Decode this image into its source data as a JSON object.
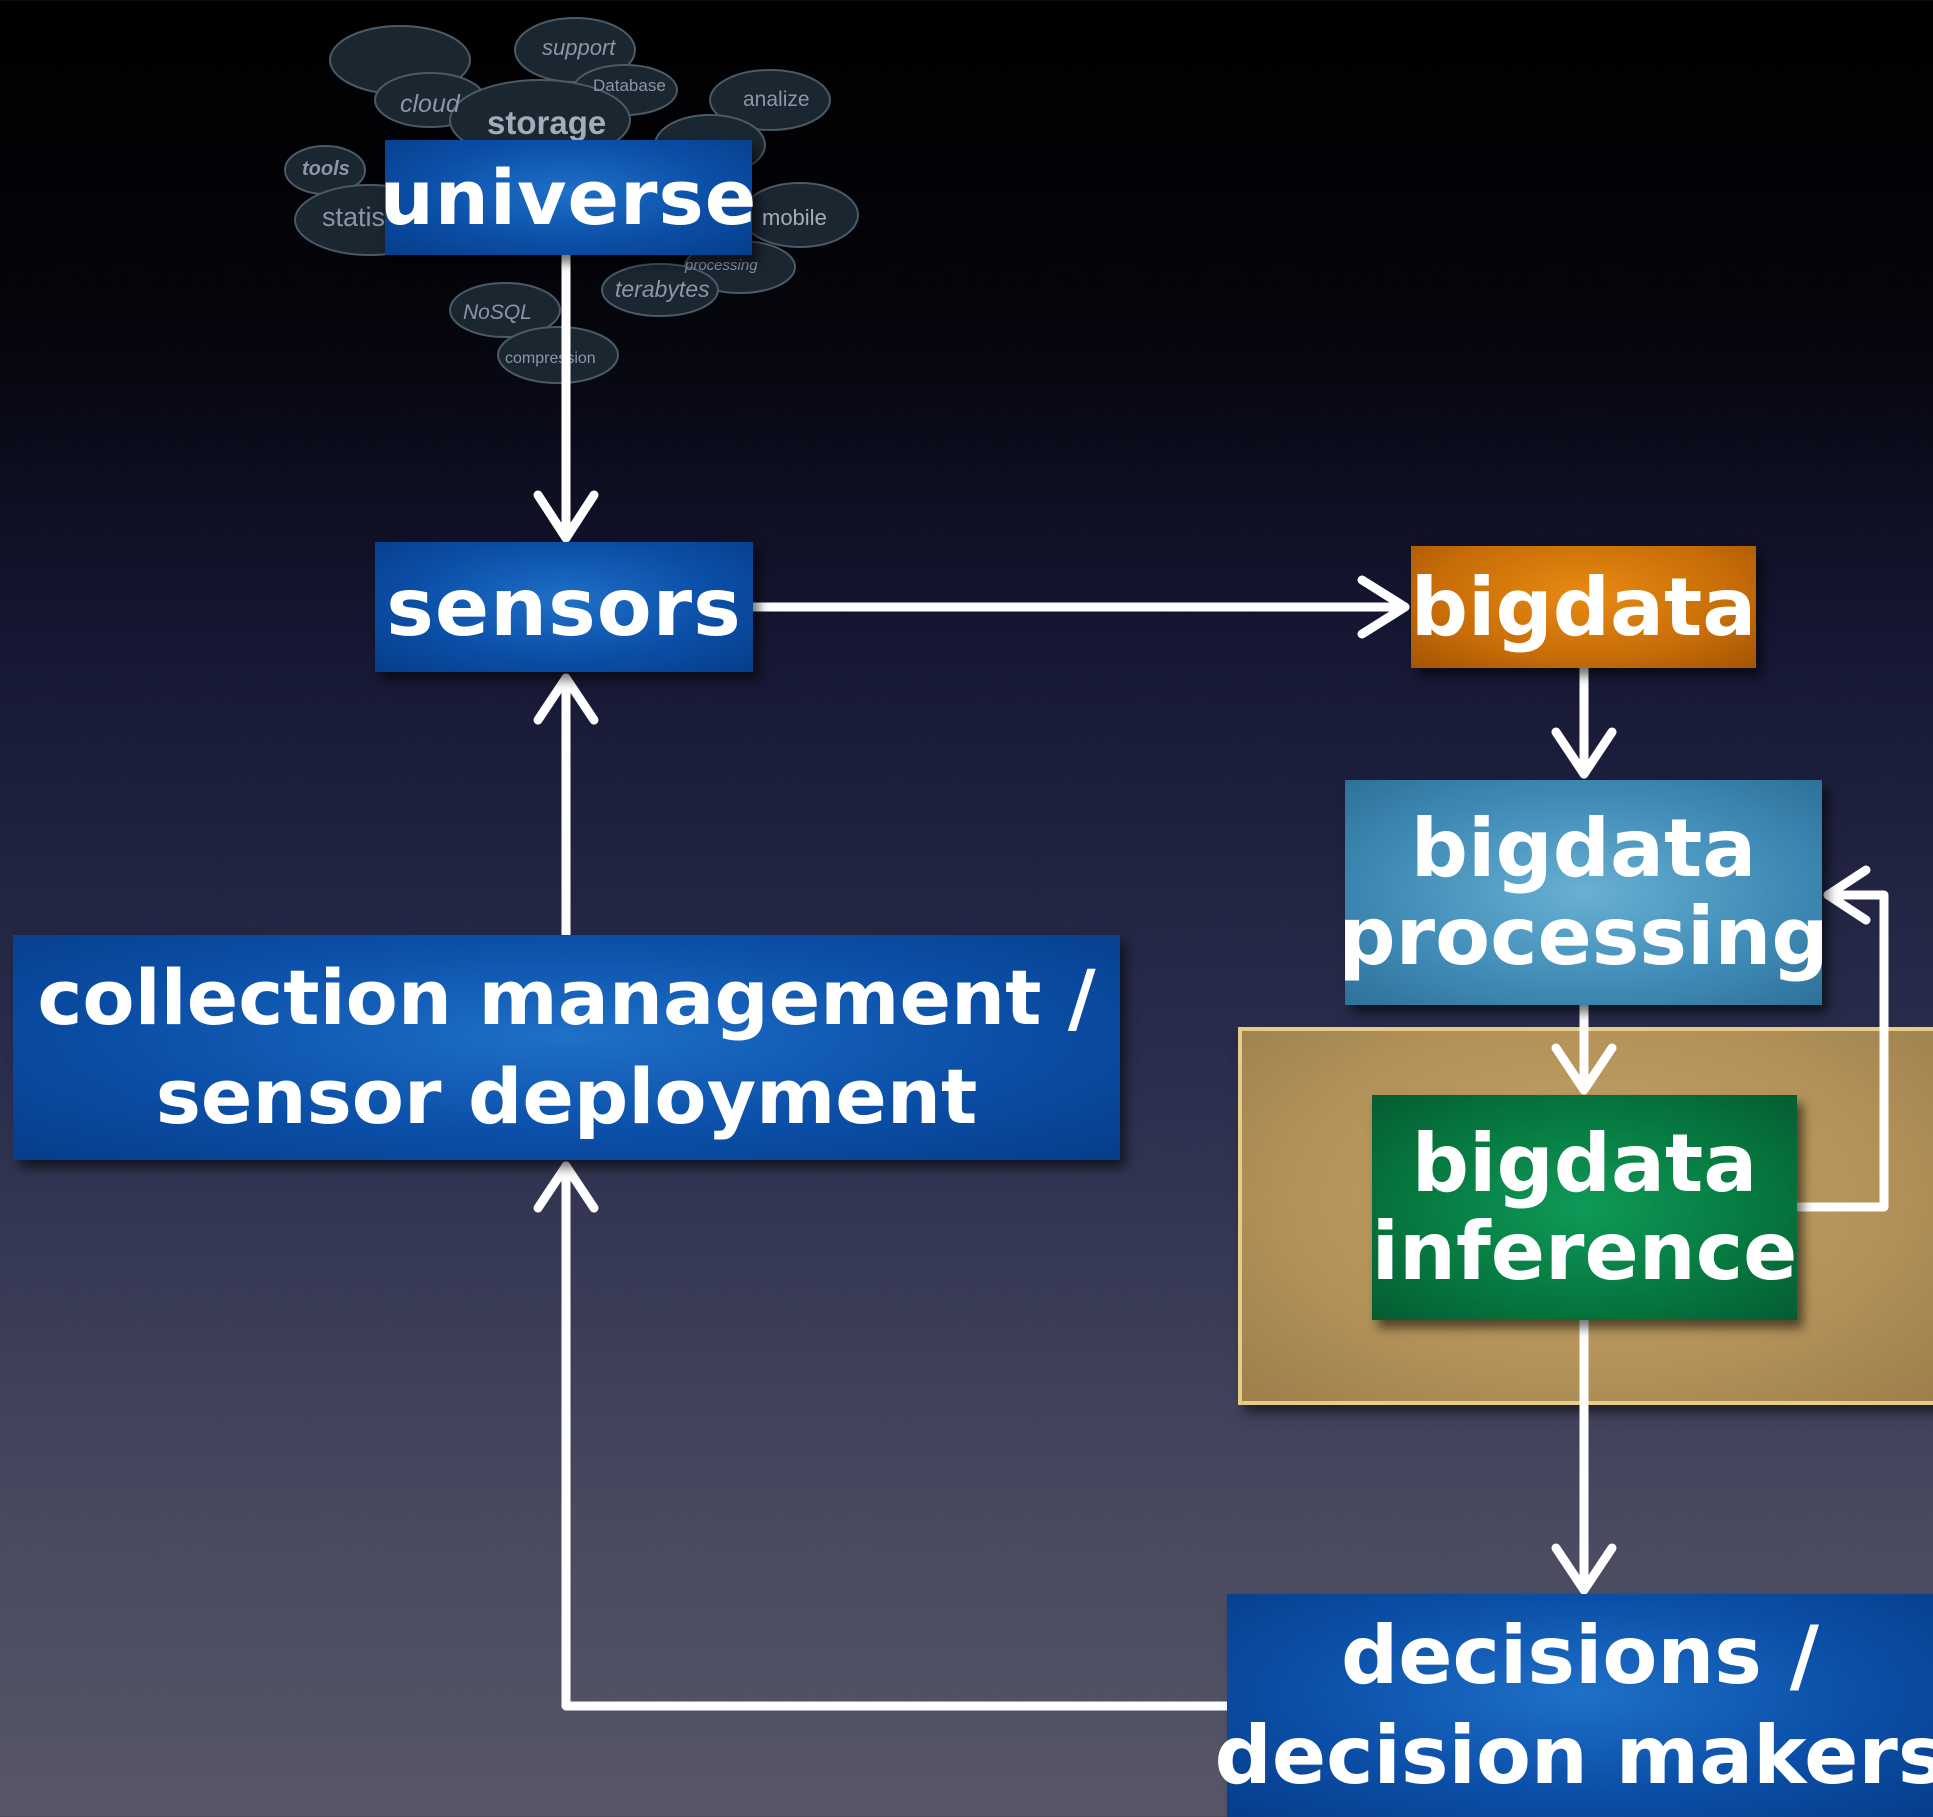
{
  "cloud_words": {
    "support": "support",
    "database": "Database",
    "cloud": "cloud",
    "storage": "storage",
    "analize": "analize",
    "tools": "tools",
    "statis": "statis",
    "mobile": "mobile",
    "processing": "processing",
    "terabytes": "terabytes",
    "nosql": "NoSQL",
    "compression": "compression"
  },
  "nodes": {
    "universe": "universe",
    "sensors": "sensors",
    "bigdata": "bigdata",
    "processing": [
      "bigdata",
      "processing"
    ],
    "inference": [
      "bigdata",
      "inference"
    ],
    "collection": [
      "collection management /",
      "sensor deployment"
    ],
    "decisions": [
      "decisions /",
      "decision makers"
    ]
  },
  "colors": {
    "blue": "#0b4fa8",
    "orange": "#c86d08",
    "teal": "#3f8bb6",
    "green": "#067a40",
    "gold": "#b3925a",
    "arrow": "#ffffff"
  }
}
